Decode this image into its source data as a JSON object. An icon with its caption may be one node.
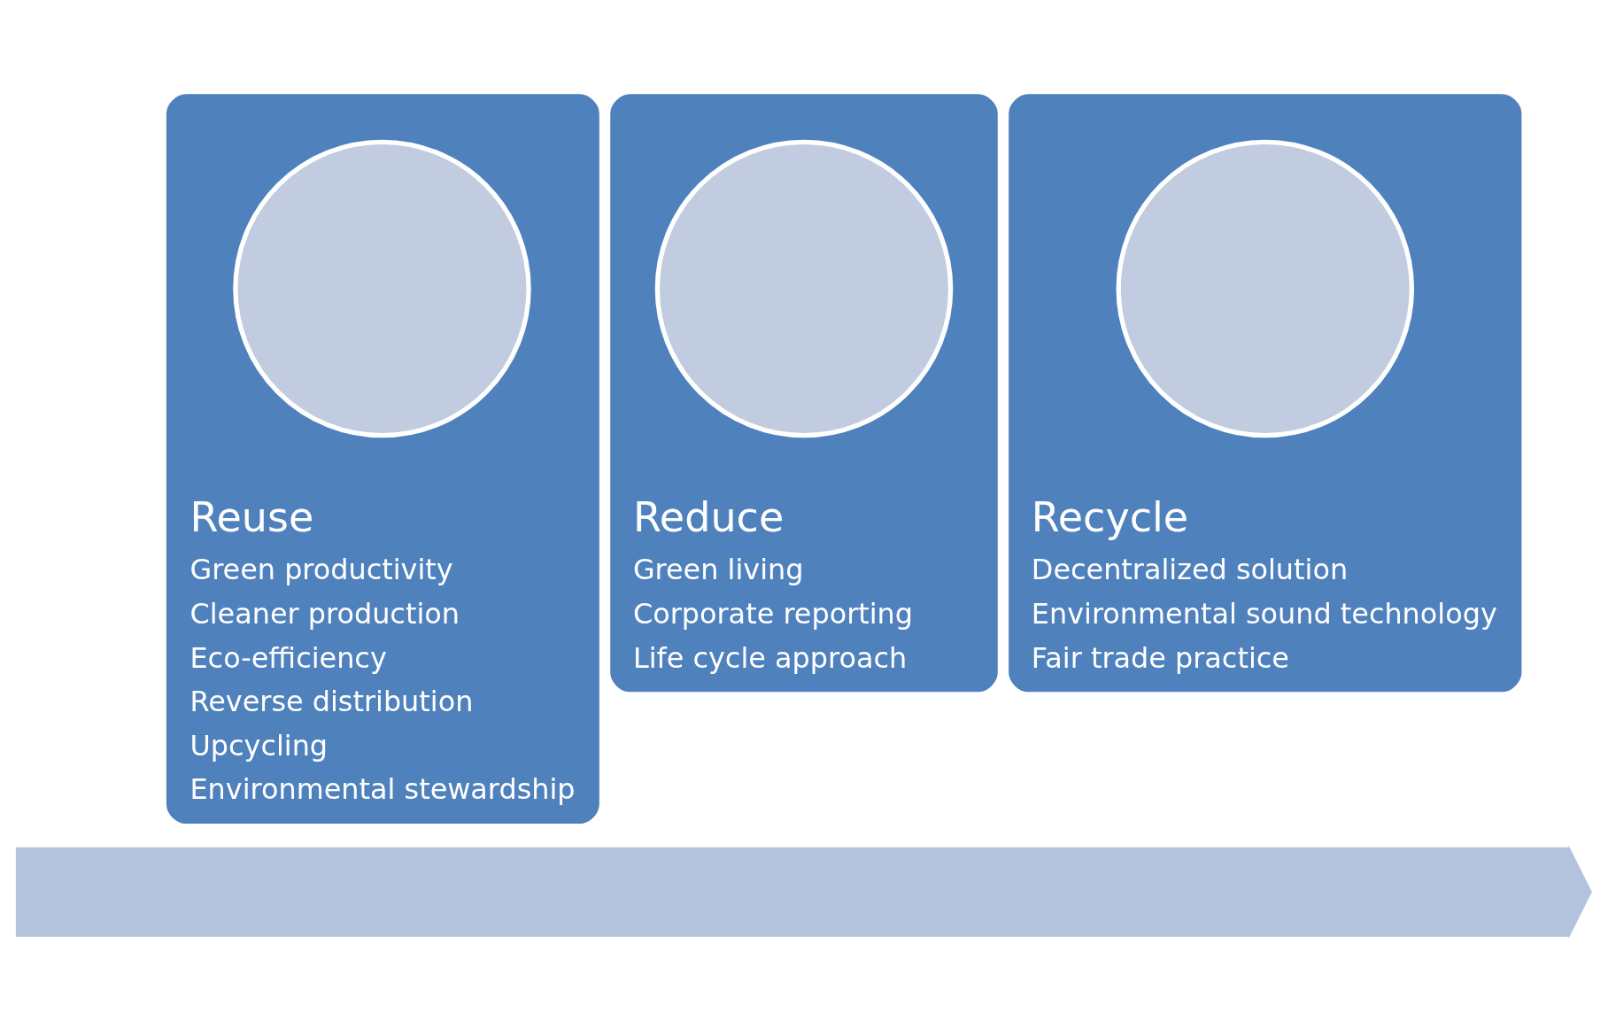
{
  "diagram": {
    "nodes": [
      {
        "text": [
          "Reuse",
          "Green productivity",
          "Cleaner production",
          "Eco-efficiency",
          "Reverse distribution",
          "Upcycling",
          "Environmental stewardship"
        ]
      },
      {
        "text": [],
        "shape": "circle",
        "in": 0
      },
      {
        "text": [
          "Reduce",
          "Green living",
          "Corporate reporting",
          "Life cycle approach"
        ]
      },
      {
        "text": [],
        "shape": "circle",
        "in": 2
      },
      {
        "text": [
          "Recycle",
          "Decentralized solution",
          "Environmental sound technology",
          "Fair trade practice"
        ]
      },
      {
        "text": [],
        "shape": "circle",
        "in": 4
      },
      {
        "text": [],
        "shape": "arrow"
      }
    ],
    "edges": []
  }
}
